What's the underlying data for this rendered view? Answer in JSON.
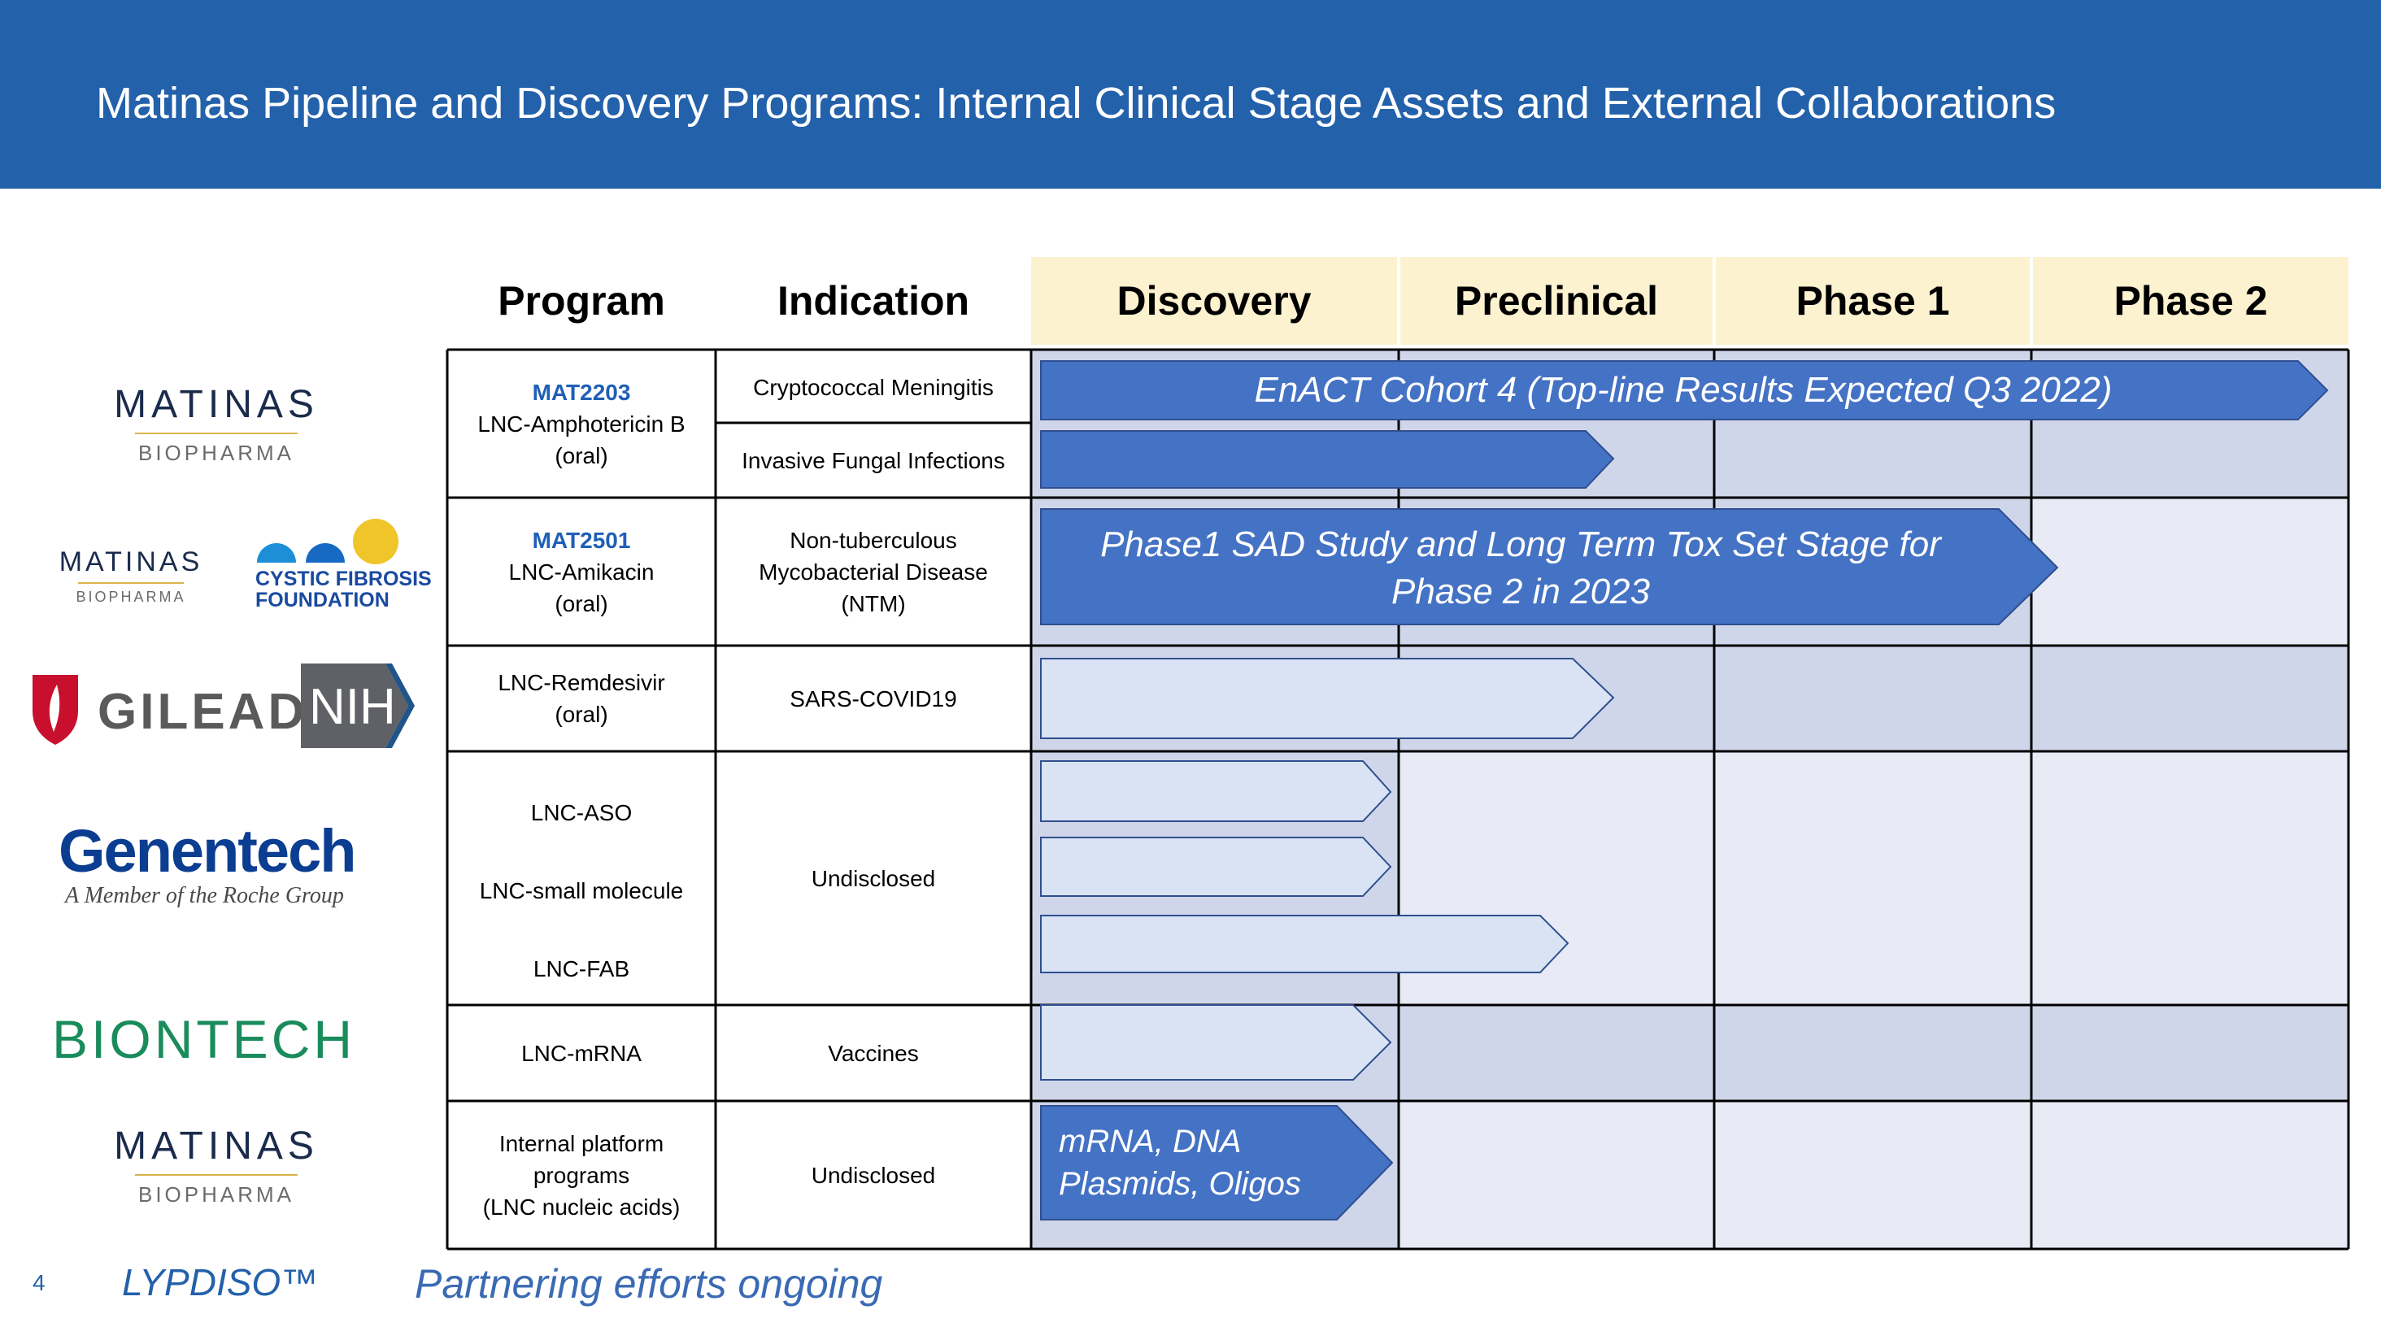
{
  "header": {
    "title": "Matinas Pipeline and Discovery Programs:  Internal Clinical Stage Assets and External Collaborations"
  },
  "columns": {
    "program": "Program",
    "indication": "Indication",
    "discovery": "Discovery",
    "preclinical": "Preclinical",
    "phase1": "Phase 1",
    "phase2": "Phase 2"
  },
  "logos": {
    "matinas_1": {
      "name": "MATINAS",
      "sub": "BIOPHARMA"
    },
    "matinas_2": {
      "name": "MATINAS",
      "sub": "BIOPHARMA"
    },
    "cff": {
      "line1": "CYSTIC FIBROSIS",
      "line2": "FOUNDATION"
    },
    "gilead": {
      "name": "GILEAD"
    },
    "nih": {
      "name": "NIH"
    },
    "genentech": {
      "name": "Genentech",
      "sub": "A Member of the Roche Group"
    },
    "biontech": {
      "name": "BIONTECH"
    },
    "matinas_3": {
      "name": "MATINAS",
      "sub": "BIOPHARMA"
    }
  },
  "rows": {
    "mat2203": {
      "code": "MAT2203",
      "line1": "LNC-Amphotericin B",
      "line2": "(oral)",
      "ind1": "Cryptococcal Meningitis",
      "ind2": "Invasive Fungal Infections"
    },
    "mat2501": {
      "code": "MAT2501",
      "line1": "LNC-Amikacin",
      "line2": "(oral)",
      "ind1": "Non-tuberculous",
      "ind2": "Mycobacterial Disease",
      "ind3": "(NTM)"
    },
    "remdesivir": {
      "line1": "LNC-Remdesivir",
      "line2": "(oral)",
      "ind": "SARS-COVID19"
    },
    "genentech": {
      "p1": "LNC-ASO",
      "p2": "LNC-small molecule",
      "p3": "LNC-FAB",
      "ind": "Undisclosed"
    },
    "mrna": {
      "prog": "LNC-mRNA",
      "ind": "Vaccines"
    },
    "internal": {
      "line1": "Internal platform",
      "line2": "programs",
      "line3": "(LNC nucleic acids)",
      "ind": "Undisclosed"
    }
  },
  "arrows": {
    "enact": "EnACT Cohort 4 (Top-line Results Expected Q3 2022)",
    "sad_line1": "Phase1 SAD Study and Long Term Tox Set Stage for",
    "sad_line2": "Phase 2 in 2023",
    "internal_line1": "mRNA, DNA",
    "internal_line2": "Plasmids, Oligos"
  },
  "footer": {
    "page": "4",
    "brand": "LYPDISO™",
    "note": "Partnering efforts ongoing"
  },
  "colors": {
    "header": "#2361ab",
    "arrow_dark": "#4472c4",
    "arrow_light": "#dae3f3",
    "shade": "#d0d6ea",
    "light_bg": "#e8ebf5",
    "stage_head": "#fdf2cf"
  }
}
